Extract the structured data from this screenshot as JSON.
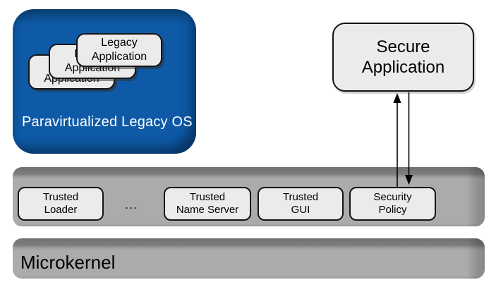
{
  "diagram": {
    "legacy_os": {
      "title": "Paravirtualized Legacy OS",
      "apps": [
        {
          "label": "Legacy\nApplication"
        },
        {
          "label": "Legacy\nApplication"
        },
        {
          "label": "Legacy\nApplication"
        }
      ]
    },
    "secure_application": {
      "label": "Secure\nApplication"
    },
    "trusted_bar": {
      "ellipsis": "...",
      "items": [
        {
          "label": "Trusted\nLoader"
        },
        {
          "label": "Trusted\nName Server"
        },
        {
          "label": "Trusted\nGUI"
        },
        {
          "label": "Security\nPolicy"
        }
      ]
    },
    "microkernel": {
      "label": "Microkernel"
    },
    "colors": {
      "legacy_os_fill": "#0e5aa7",
      "legacy_os_bevel": "#093f6e",
      "legacy_os_title_text": "#ffffff",
      "bar_fill": "#ababab",
      "bar_bevel": "#7a7a7a",
      "component_fill": "#ebebeb",
      "component_border": "#141414",
      "arrow": "#000000"
    }
  }
}
